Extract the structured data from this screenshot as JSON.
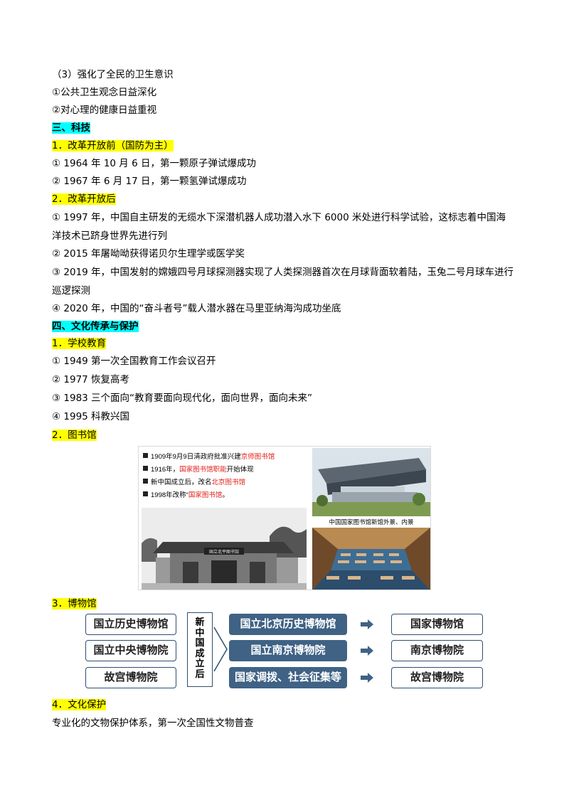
{
  "lines": {
    "l1": "（3）强化了全民的卫生意识",
    "l2": "①公共卫生观念日益深化",
    "l3": "②对心理的健康日益重视",
    "s3": "三、科技",
    "s3_1": "1．改革开放前（国防为主）",
    "t1": "① 1964 年 10 月 6 日，第一颗原子弹试爆成功",
    "t2": "② 1967 年 6 月 17 日，第一颗氢弹试爆成功",
    "s3_2": "2．改革开放后",
    "t3": "① 1997 年，中国自主研发的无缆水下深潜机器人成功潜入水下 6000 米处进行科学试验，这标志着中国海洋技术已跻身世界先进行列",
    "t4": "② 2015 年屠呦呦获得诺贝尔生理学或医学奖",
    "t5": "③ 2019 年，中国发射的嫦娥四号月球探测器实现了人类探测器首次在月球背面软着陆，玉兔二号月球车进行巡逻探测",
    "t6": "④ 2020 年，中国的“奋斗者号”载人潜水器在马里亚纳海沟成功坐底",
    "s4": "四、文化传承与保护",
    "s4_1": "1．学校教育",
    "e1": "① 1949 第一次全国教育工作会议召开",
    "e2": "② 1977 恢复高考",
    "e3": "③ 1983 三个面向“教育要面向现代化，面向世界，面向未来”",
    "e4": "④ 1995 科教兴国",
    "s4_2": "2．图书馆",
    "s4_3": "3．博物馆",
    "s4_4": "4．文化保护",
    "p_last": "专业化的文物保护体系，第一次全国性文物普查"
  },
  "library_figure": {
    "note1_a": "1909年9月9日清政府批准兴建",
    "note1_b": "京师图书馆",
    "note2_a": "1916年，",
    "note2_b": "国家图书馆职能",
    "note2_c": "开始体现",
    "note3_a": "新中国成立后，改名",
    "note3_b": "北京图书馆",
    "note4_a": "1998年改称“",
    "note4_b": "国家图书馆",
    "note4_c": "。",
    "plaque": "国立北平图书馆",
    "caption": "中国国家图书馆新馆外景、内景"
  },
  "museum_diagram": {
    "left": [
      "国立历史博物馆",
      "国立中央博物院",
      "故宫博物院"
    ],
    "vertical": [
      "新",
      "中",
      "国",
      "成",
      "立",
      "后"
    ],
    "middle": [
      "国立北京历史博物馆",
      "国立南京博物院",
      "国家调拨、社会征集等"
    ],
    "right": [
      "国家博物馆",
      "南京博物院",
      "故宫博物院"
    ]
  },
  "colors": {
    "highlight_yellow": "#ffff00",
    "highlight_cyan": "#00ffff",
    "diagram_dark": "#3f6285",
    "accent_red": "#e0201a"
  }
}
